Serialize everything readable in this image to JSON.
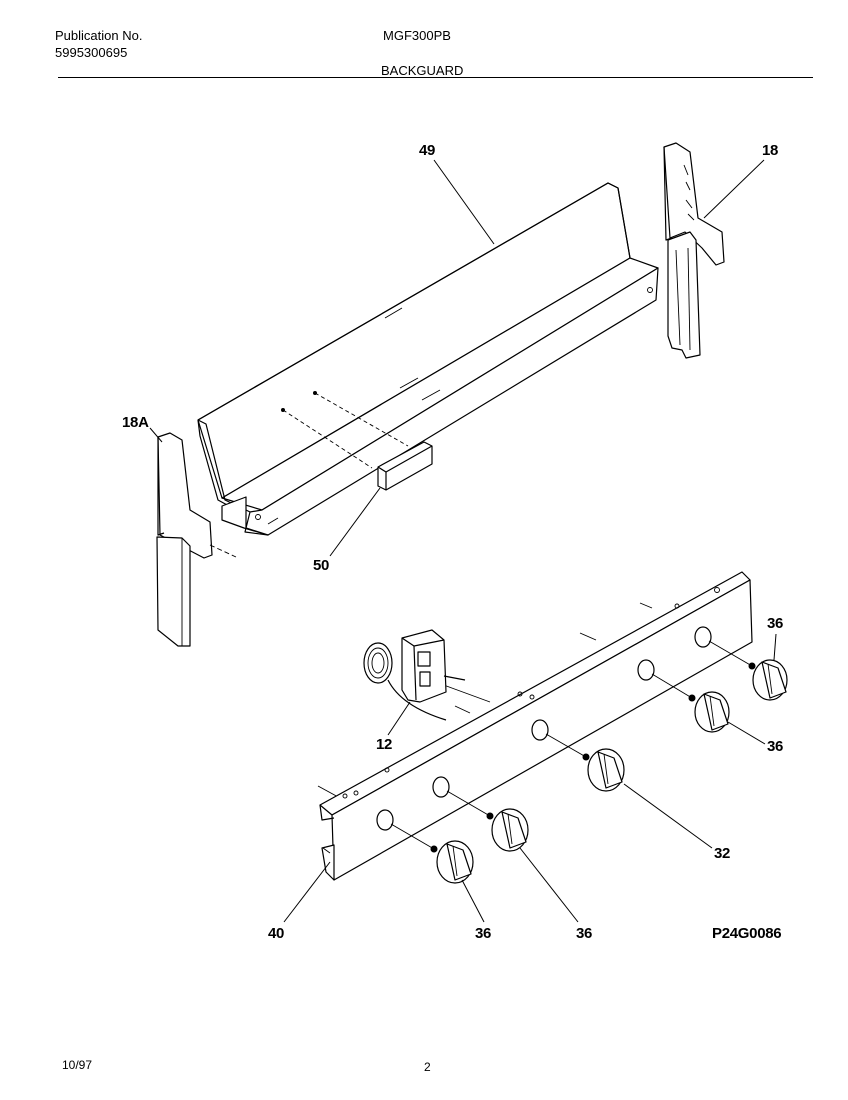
{
  "header": {
    "publication_label": "Publication No.",
    "publication_number": "5995300695",
    "model": "MGF300PB",
    "section_title": "BACKGUARD"
  },
  "callouts": {
    "c49": "49",
    "c18": "18",
    "c18a": "18A",
    "c50": "50",
    "c36_top": "36",
    "c12": "12",
    "c36_right": "36",
    "c32": "32",
    "c40": "40",
    "c36_bottom_left": "36",
    "c36_bottom_mid": "36"
  },
  "diagram_code": "P24G0086",
  "footer": {
    "date": "10/97",
    "page": "2"
  }
}
